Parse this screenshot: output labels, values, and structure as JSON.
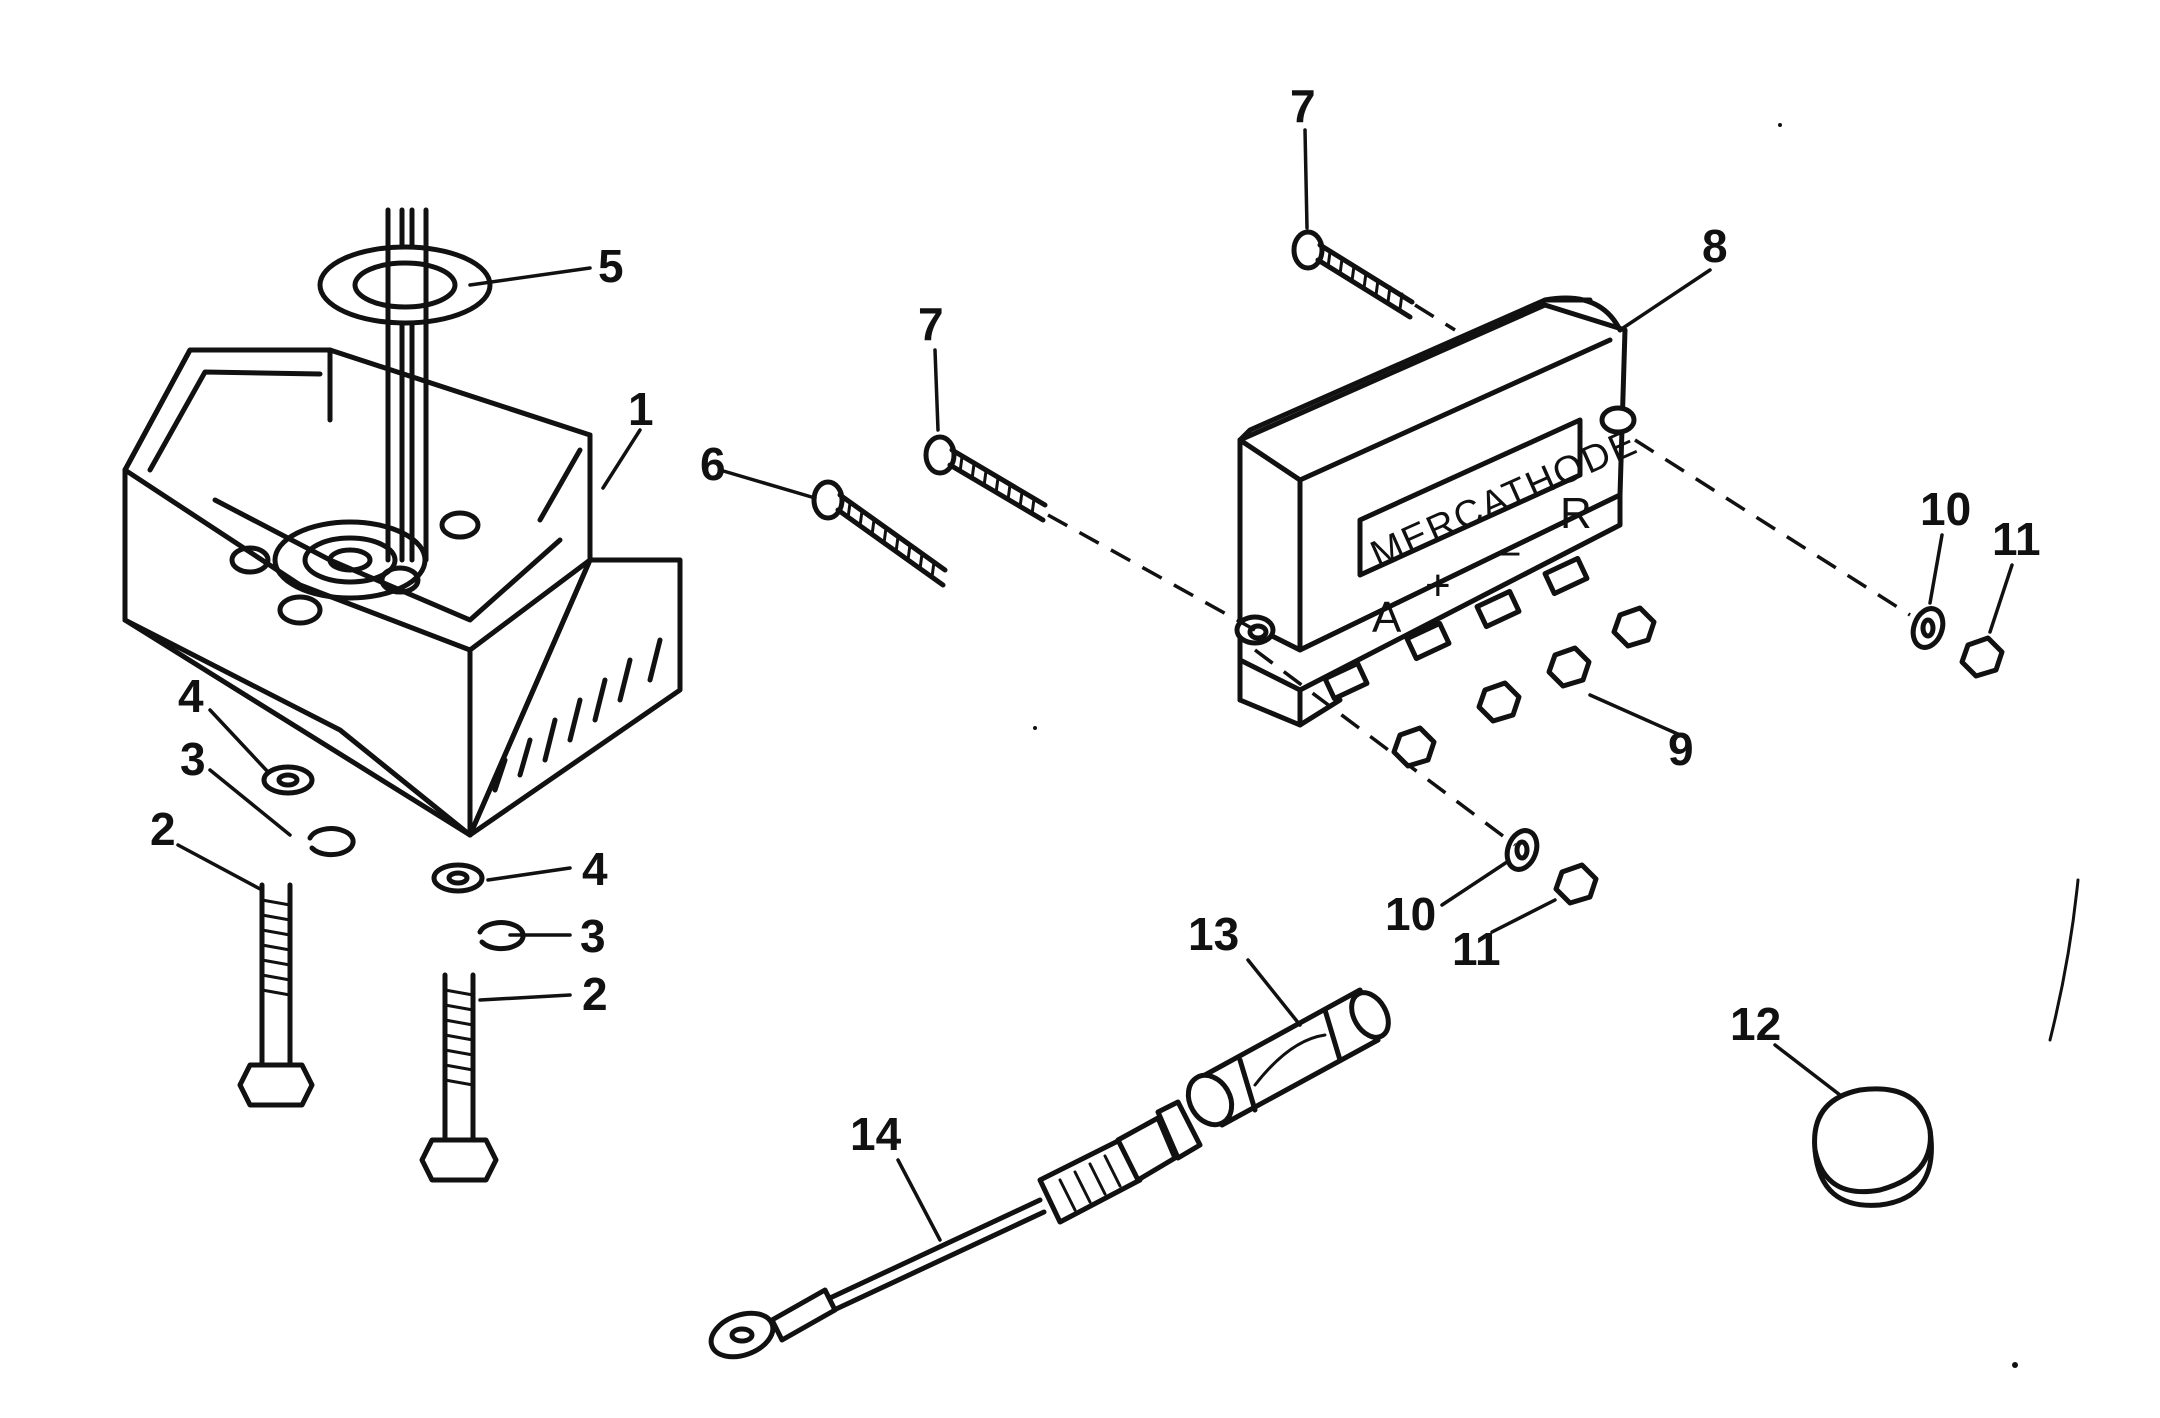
{
  "unit_label": "MERCATHODE",
  "terminals": [
    "A",
    "+",
    "–",
    "R"
  ],
  "callouts": [
    "1",
    "2",
    "2",
    "3",
    "3",
    "4",
    "4",
    "5",
    "6",
    "7",
    "7",
    "8",
    "9",
    "10",
    "10",
    "11",
    "11",
    "12",
    "13",
    "14"
  ]
}
